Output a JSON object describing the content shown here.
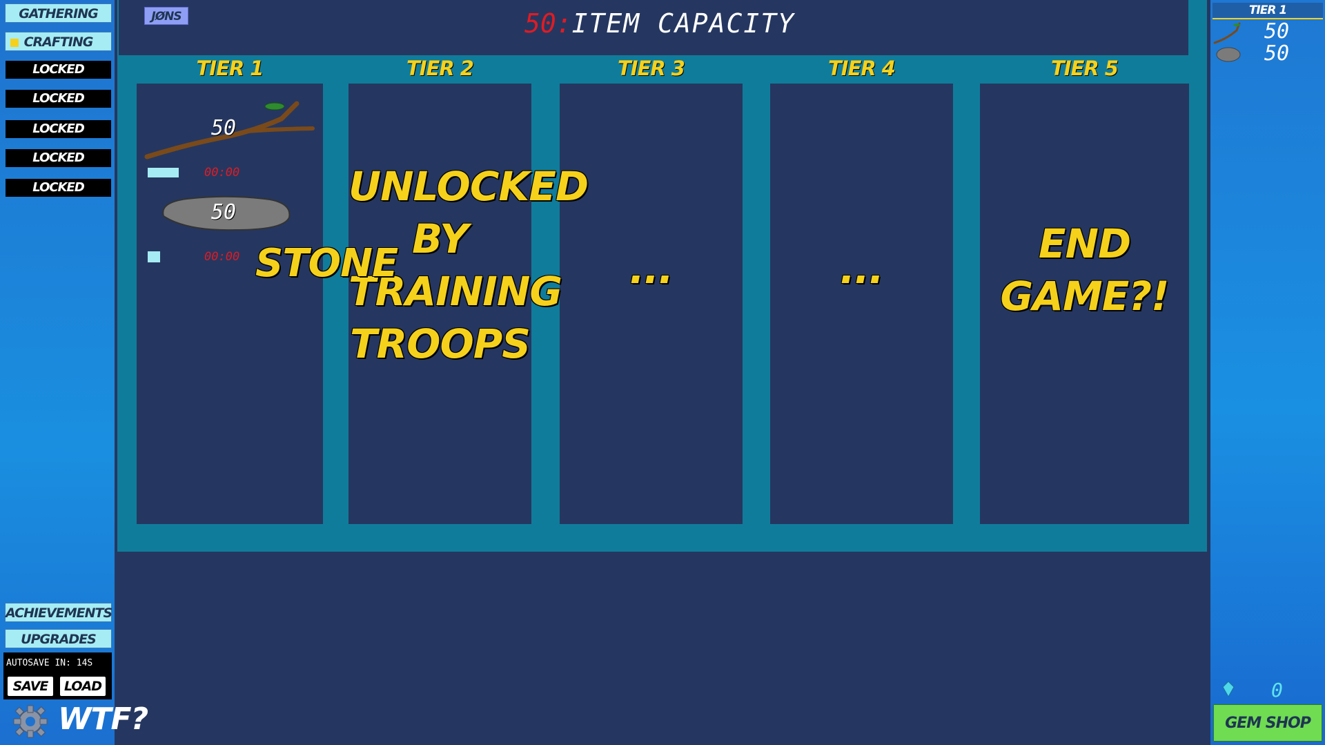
{
  "sidebar": {
    "nav": [
      {
        "label": "GATHERING"
      },
      {
        "label": "CRAFTING"
      }
    ],
    "locked": [
      "LOCKED",
      "LOCKED",
      "LOCKED",
      "LOCKED",
      "LOCKED"
    ],
    "achievements_label": "ACHIEVEMENTS",
    "upgrades_label": "UPGRADES",
    "autosave_text": "AUTOSAVE IN: 14S",
    "save_label": "SAVE",
    "load_label": "LOAD",
    "help_label": "WTF?"
  },
  "header": {
    "user": "JØNS",
    "capacity_value": "50:",
    "capacity_label": "ITEM CAPACITY"
  },
  "tiers": [
    {
      "label": "TIER 1"
    },
    {
      "label": "TIER 2",
      "message_lines": [
        "UNLOCKED",
        "BY",
        "TRAINING",
        "TROOPS"
      ]
    },
    {
      "label": "TIER 3",
      "message": "..."
    },
    {
      "label": "TIER 4",
      "message": "..."
    },
    {
      "label": "TIER 5",
      "message_lines": [
        "END",
        "GAME?!"
      ]
    }
  ],
  "tier1_items": [
    {
      "icon": "stick-icon",
      "count": "50",
      "timer": "00:00",
      "progress": 1.0
    },
    {
      "icon": "stone-icon",
      "count": "50",
      "timer": "00:00",
      "progress": 0.4,
      "hover_label": "STONE"
    }
  ],
  "inventory": {
    "tier_label": "TIER 1",
    "items": [
      {
        "icon": "stick-icon",
        "count": "50"
      },
      {
        "icon": "stone-icon",
        "count": "50"
      }
    ]
  },
  "gems": {
    "count": "0",
    "shop_label": "GEM SHOP"
  },
  "colors": {
    "accent_yellow": "#f5d11b",
    "timer_red": "#e01b24",
    "panel_bg": "#253760",
    "frame_teal": "#107c9b",
    "button_cyan": "#a6ecf4",
    "shop_green": "#6fdc52"
  }
}
